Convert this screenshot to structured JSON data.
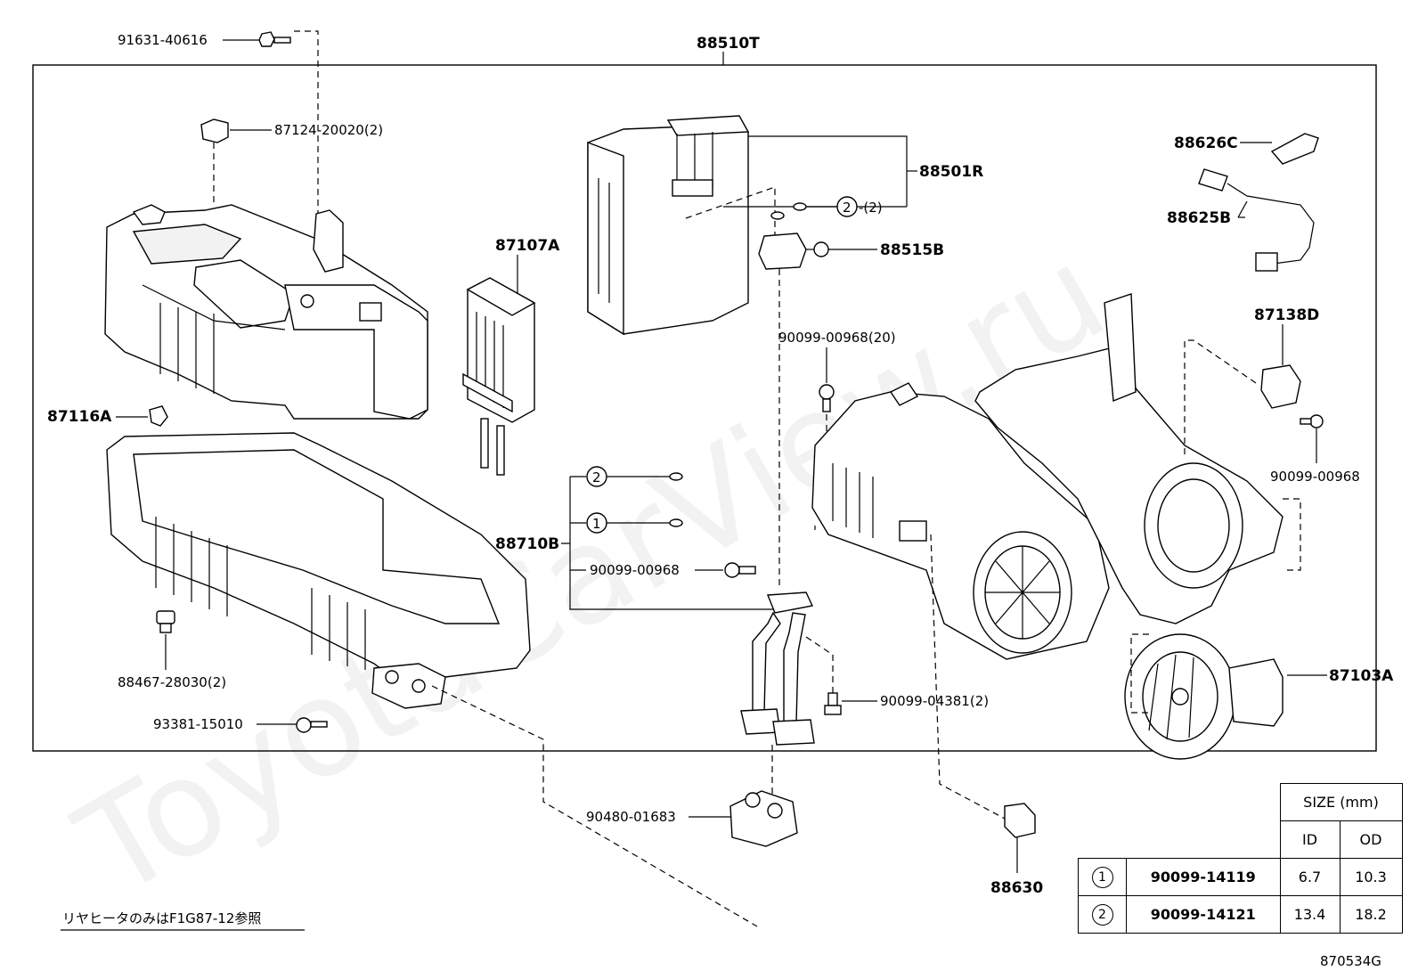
{
  "labels": {
    "p88510T": "88510T",
    "p91631": "91631-40616",
    "p87124": "87124-20020(2)",
    "p87107A": "87107A",
    "p88501R": "88501R",
    "p88515B": "88515B",
    "p2_2": "-(2)",
    "p88626C": "88626C",
    "p88625B": "88625B",
    "p87138D": "87138D",
    "p90099_00968_20": "90099-00968(20)",
    "p87116A": "87116A",
    "p88710B": "88710B",
    "p90099_00968_a": "90099-00968",
    "p90099_00968_b": "90099-00968",
    "p88467": "88467-28030(2)",
    "p90099_04381": "90099-04381(2)",
    "p87103A": "87103A",
    "p93381": "93381-15010",
    "p90480": "90480-01683",
    "p88630": "88630",
    "circle1": "1",
    "circle2": "2"
  },
  "note": "リヤヒータのみはF1G87-12参照",
  "diagram_code": "870534G",
  "watermark": "ToyotaCarView.ru",
  "size_table": {
    "header": "SIZE (mm)",
    "col_id": "ID",
    "col_od": "OD",
    "rows": [
      {
        "mark": "1",
        "part": "90099-14119",
        "id": "6.7",
        "od": "10.3"
      },
      {
        "mark": "2",
        "part": "90099-14121",
        "id": "13.4",
        "od": "18.2"
      }
    ]
  }
}
